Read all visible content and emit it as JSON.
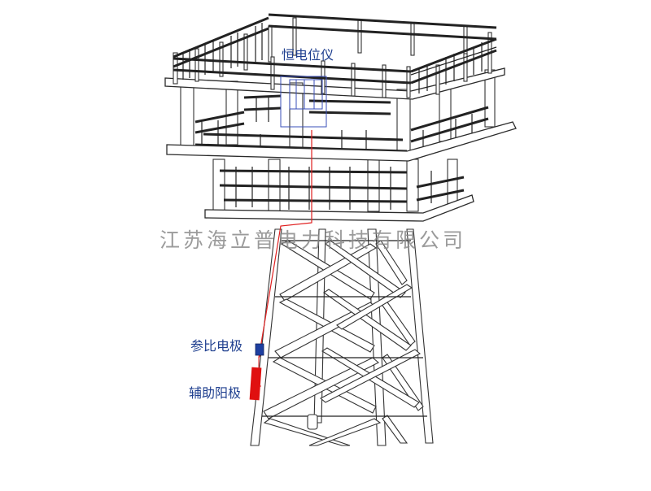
{
  "diagram": {
    "type": "offshore-platform-cathodic-protection",
    "labels": {
      "potentiostat": "恒电位仪",
      "reference_electrode": "参比电极",
      "auxiliary_anode": "辅助阳极"
    },
    "watermark": "江苏海立普电力科技有限公司",
    "colors": {
      "label_text": "#1f3f8f",
      "cable": "#e02020",
      "reference_electrode": "#1e3fa0",
      "auxiliary_anode": "#e01010",
      "potentiostat_outline": "#3a4fb8",
      "watermark": "#8a8a8a",
      "structure_line": "#2a2a2a"
    },
    "components": [
      {
        "id": "potentiostat",
        "shape": "box",
        "position": "upper deck center"
      },
      {
        "id": "reference_electrode",
        "shape": "small-square",
        "position": "jacket leg left, y≈430"
      },
      {
        "id": "auxiliary_anode",
        "shape": "tall-rectangle",
        "position": "jacket leg left, y≈455-490"
      },
      {
        "id": "cable",
        "shape": "polyline",
        "from": "potentiostat",
        "to": [
          "reference_electrode",
          "auxiliary_anode"
        ]
      }
    ]
  }
}
